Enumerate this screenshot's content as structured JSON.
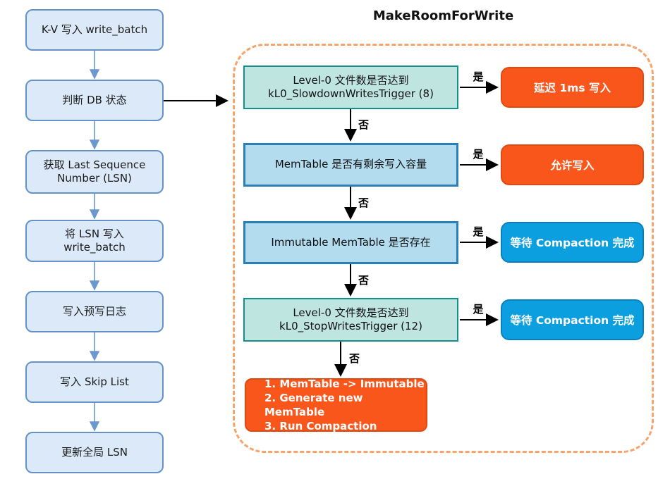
{
  "title": "MakeRoomForWrite",
  "labels": {
    "yes": "是",
    "no": "否"
  },
  "colors": {
    "left_box_fill": "#dbe9f8",
    "left_box_border": "#6592c8",
    "left_arrow": "#6b98ce",
    "teal_fill": "#bfe5e1",
    "teal_border": "#13908e",
    "lightblue_fill": "#b3dcef",
    "lightblue_border": "#2a7fb8",
    "orange_fill": "#f9561c",
    "orange_border": "#de4a10",
    "blue_fill": "#0c9fe0",
    "blue_border": "#0980bc",
    "container_dash": "#f7a369",
    "black_arrow": "#000000"
  },
  "left_flow": {
    "steps": [
      {
        "lines": [
          "K-V 写入 write_batch"
        ]
      },
      {
        "lines": [
          "判断 DB 状态"
        ]
      },
      {
        "lines": [
          "获取 Last Sequence",
          "Number (LSN)"
        ]
      },
      {
        "lines": [
          "将 LSN 写入",
          "write_batch"
        ]
      },
      {
        "lines": [
          "写入预写日志"
        ]
      },
      {
        "lines": [
          "写入 Skip List"
        ]
      },
      {
        "lines": [
          "更新全局 LSN"
        ]
      }
    ]
  },
  "make_room": {
    "rows": [
      {
        "question_lines": [
          "Level-0 文件数是否达到",
          "kL0_SlowdownWritesTrigger (8)"
        ],
        "question_style": "teal",
        "result": "延迟 1ms 写入",
        "result_style": "orange"
      },
      {
        "question_lines": [
          "MemTable 是否有剩余写入容量"
        ],
        "question_style": "lightblue",
        "result": "允许写入",
        "result_style": "orange"
      },
      {
        "question_lines": [
          "Immutable MemTable 是否存在"
        ],
        "question_style": "lightblue",
        "result": "等待 Compaction 完成",
        "result_style": "blue"
      },
      {
        "question_lines": [
          "Level-0 文件数是否达到",
          "kL0_StopWritesTrigger (12)"
        ],
        "question_style": "teal",
        "result": "等待 Compaction 完成",
        "result_style": "blue"
      }
    ],
    "action": {
      "lines": [
        "1. MemTable -> Immutable",
        "2. Generate new MemTable",
        "3. Run Compaction"
      ],
      "style": "orange"
    }
  }
}
